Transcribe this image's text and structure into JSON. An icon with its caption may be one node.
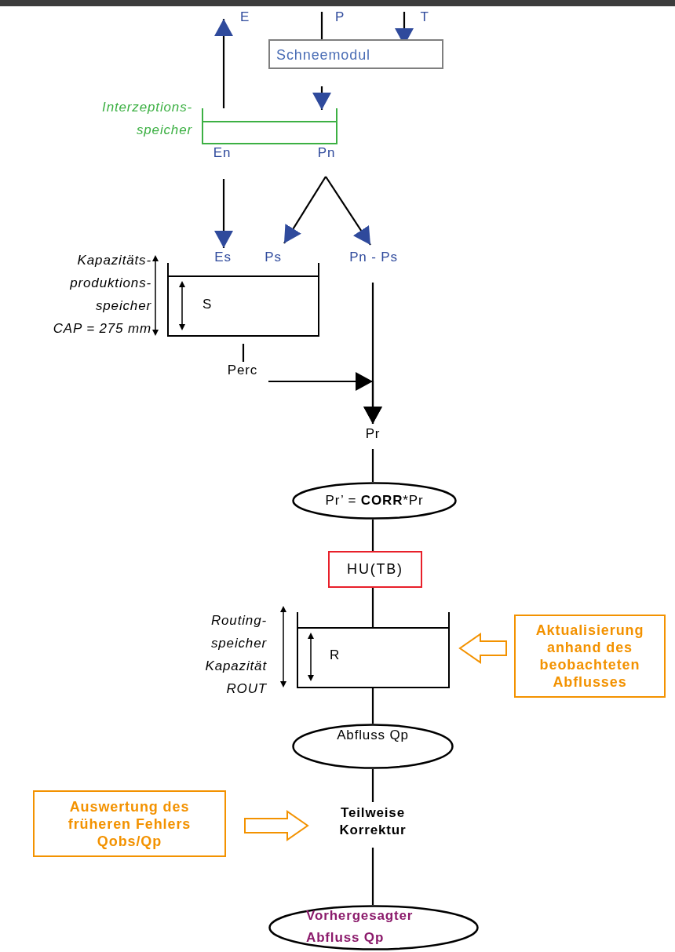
{
  "diagram": {
    "nodes": [
      {
        "text": [
          "E"
        ]
      },
      {
        "text": [
          "P"
        ]
      },
      {
        "text": [
          "T"
        ]
      },
      {
        "text": [
          "Schneemodul"
        ]
      },
      {
        "text": [
          "Interzeptions- speicher"
        ]
      },
      {
        "text": [
          "En"
        ]
      },
      {
        "text": [
          "Pn"
        ]
      },
      {
        "text": [
          "Es"
        ]
      },
      {
        "text": [
          "Ps"
        ]
      },
      {
        "text": [
          "Pn - Ps"
        ]
      },
      {
        "text": [
          "Kapazitäts- produktions- speicher",
          "CAP = 275 mm",
          "S"
        ]
      },
      {
        "text": [
          "Perc"
        ]
      },
      {
        "text": [
          "Pr"
        ]
      },
      {
        "text": [
          "Pr’ = **CORR***Pr"
        ]
      },
      {
        "text": [
          "HU(TB)"
        ]
      },
      {
        "text": [
          "Routing- speicher Kapazität ROUT",
          "R"
        ]
      },
      {
        "text": [
          "Aktualisierung anhand des beobachteten Abflusses"
        ]
      },
      {
        "text": [
          "Abfluss Qp"
        ]
      },
      {
        "text": [
          "Teilweise Korrektur"
        ]
      },
      {
        "text": [
          "Auswertung des früheren Fehlers Qobs/Qp"
        ]
      },
      {
        "text": [
          "Vorhergesagter Abfluss Qp"
        ]
      }
    ],
    "edges": [
      {
        "from": 4,
        "to": 0,
        "arrow": "to"
      },
      {
        "from": 1,
        "to": 3,
        "arrow": "none"
      },
      {
        "from": 2,
        "to": 3,
        "arrow": "to"
      },
      {
        "from": 3,
        "to": 4,
        "arrow": "to"
      },
      {
        "from": 5,
        "to": 7,
        "arrow": "to"
      },
      {
        "from": 6,
        "to": 8,
        "arrow": "to"
      },
      {
        "from": 6,
        "to": 9,
        "arrow": "to"
      },
      {
        "from": 10,
        "to": 11,
        "arrow": "none"
      },
      {
        "from": 9,
        "to": 12,
        "arrow": "to"
      },
      {
        "from": 11,
        "to": 12,
        "arrow": "to"
      },
      {
        "from": 12,
        "to": 13,
        "arrow": "none"
      },
      {
        "from": 13,
        "to": 14,
        "arrow": "none"
      },
      {
        "from": 14,
        "to": 15,
        "arrow": "none"
      },
      {
        "from": 16,
        "to": 15,
        "arrow": "to",
        "style": "thick",
        "color": "#f39200"
      },
      {
        "from": 15,
        "to": 17,
        "arrow": "none"
      },
      {
        "from": 17,
        "to": 18,
        "arrow": "none"
      },
      {
        "from": 19,
        "to": 18,
        "arrow": "to",
        "style": "thick",
        "color": "#f39200"
      },
      {
        "from": 18,
        "to": 20,
        "arrow": "none"
      }
    ]
  }
}
